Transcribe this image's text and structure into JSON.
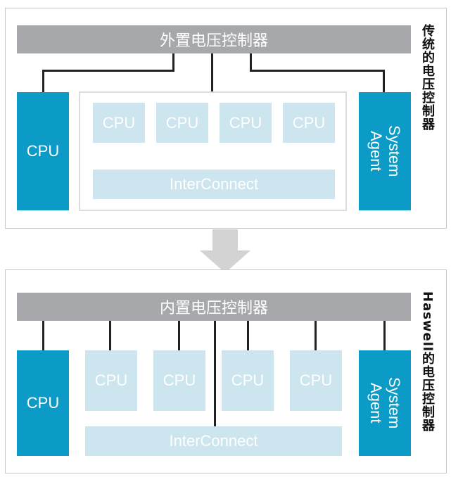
{
  "top": {
    "controller_label": "外置电压控制器",
    "side_label": "传统的电压控制器",
    "cpu_left": "CPU",
    "cores": [
      "CPU",
      "CPU",
      "CPU",
      "CPU"
    ],
    "interconnect": "InterConnect",
    "agent": "System\nAgent"
  },
  "bottom": {
    "controller_label": "内置电压控制器",
    "side_label": "Haswell的电压控制器",
    "cpu_left": "CPU",
    "cores": [
      "CPU",
      "CPU",
      "CPU",
      "CPU"
    ],
    "interconnect": "InterConnect",
    "agent": "System\nAgent"
  },
  "colors": {
    "dark": "#0c9ac7",
    "light": "#cde5ee",
    "bar": "#a6a8ab",
    "arrow": "#d3d3d3"
  }
}
